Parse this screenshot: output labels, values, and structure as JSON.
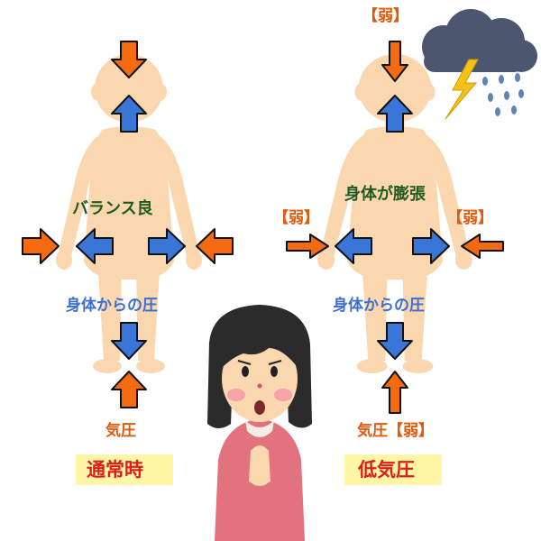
{
  "colors": {
    "skin": "#fbd7b0",
    "blue_arrow": "#3a76d8",
    "orange_arrow": "#f36a10",
    "arrow_outline": "#111111",
    "label_green": "#1f5a1f",
    "label_blue": "#3a6fd0",
    "label_orange": "#e05a0c",
    "label_red": "#e11b1b",
    "highlight": "#fff6a6",
    "cloud": "#4c566e",
    "lightning": "#f3c21a",
    "rain": "#5e85b6",
    "sweater": "#e2727d",
    "hair": "#2b2b2b"
  },
  "left_panel": {
    "balance_label": "バランス良",
    "body_pressure_label": "身体からの圧",
    "air_pressure_label": "気圧",
    "state_label": "通常時"
  },
  "right_panel": {
    "weak_top": "【弱】",
    "weak_left": "【弱】",
    "weak_right": "【弱】",
    "expand_label": "身体が膨張",
    "body_pressure_label": "身体からの圧",
    "air_pressure_label": "気圧【弱】",
    "state_label": "低気圧"
  },
  "icons": [
    "human-figure-icon",
    "storm-cloud-icon",
    "lightning-icon",
    "worried-woman-icon"
  ]
}
